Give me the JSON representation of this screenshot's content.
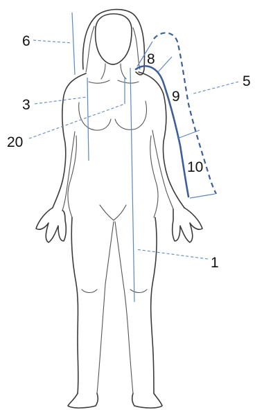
{
  "diagram": {
    "callouts": [
      {
        "id": "c6",
        "label": "6"
      },
      {
        "id": "c3",
        "label": "3"
      },
      {
        "id": "c20",
        "label": "20"
      },
      {
        "id": "c8",
        "label": "8"
      },
      {
        "id": "c9",
        "label": "9"
      },
      {
        "id": "c5",
        "label": "5"
      },
      {
        "id": "c10",
        "label": "10"
      },
      {
        "id": "c1",
        "label": "1"
      }
    ]
  },
  "colors": {
    "measure": "#5b86c6",
    "sleeve": "#3b5f9a",
    "outline": "#3a3a3a"
  }
}
